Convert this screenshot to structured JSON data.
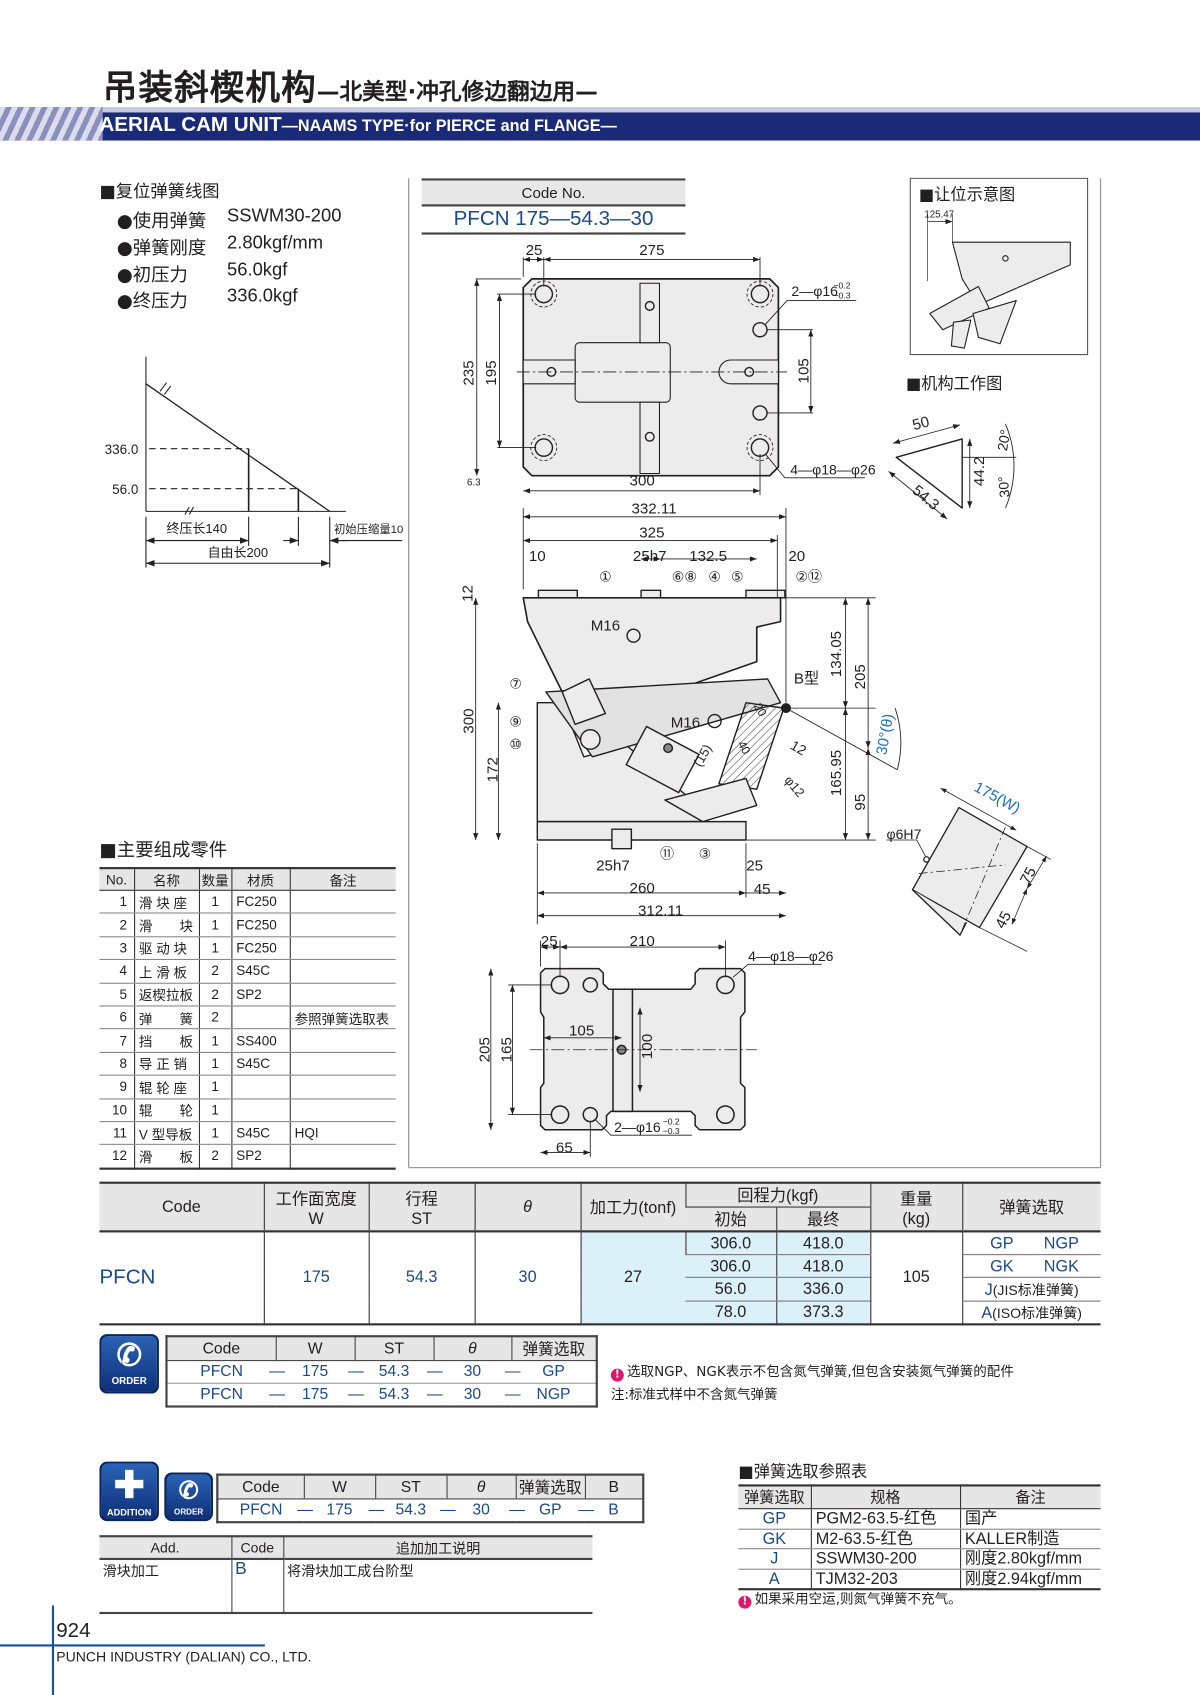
{
  "header": {
    "title_cn": "吊装斜楔机构",
    "subtitle_cn": "—北美型·冲孔修边翻边用—",
    "title_en": "AERIAL CAM UNIT",
    "subtitle_en": "—NAAMS TYPE·for PIERCE and FLANGE—"
  },
  "spring_chart": {
    "heading": "■复位弹簧线图",
    "items": [
      {
        "label": "●使用弹簧",
        "value": "SSWM30-200"
      },
      {
        "label": "●弹簧刚度",
        "value": "2.80kgf/mm"
      },
      {
        "label": "●初压力",
        "value": "56.0kgf"
      },
      {
        "label": "●终压力",
        "value": "336.0kgf"
      }
    ],
    "y_ticks": [
      "336.0",
      "56.0"
    ],
    "dim_final_length": "终压长140",
    "dim_free_length": "自由长200",
    "dim_initial_compression": "初始压缩量10"
  },
  "code_no": {
    "label": "Code No.",
    "value": "PFCN 175—54.3—30"
  },
  "top_view": {
    "d25": "25",
    "d275": "275",
    "d235": "235",
    "d195": "195",
    "d105": "105",
    "d300": "300",
    "hole2": "2—φ16",
    "tol_up": "−0.2",
    "tol_dn": "−0.3",
    "hole4": "4—φ18—φ26",
    "rough": "6.3"
  },
  "side_view": {
    "d332": "332.11",
    "d325": "325",
    "d10": "10",
    "d25h7": "25h7",
    "d132": "132.5",
    "d20": "20",
    "d12": "12",
    "m16a": "M16",
    "m16b": "M16",
    "btype": "B型",
    "d134": "134.05",
    "d205": "205",
    "angle": "30°(θ)",
    "d165": "165.95",
    "d95": "95",
    "d300": "300",
    "d172": "172",
    "d12b": "12",
    "phi12": "φ12",
    "d15": "(15)",
    "d40": "40",
    "d20b": "20",
    "d25h7b": "25h7",
    "d25": "25",
    "d260": "260",
    "d45": "45",
    "d312": "312.11",
    "callouts": [
      "①",
      "⑥⑧",
      "④",
      "⑤",
      "②⑫",
      "⑦",
      "⑨",
      "⑩",
      "⑪",
      "③"
    ]
  },
  "bottom_view": {
    "d25": "25",
    "d210": "210",
    "hole4": "4—φ18—φ26",
    "d205": "205",
    "d165": "165",
    "d105": "105",
    "d100": "100",
    "hole2": "2—φ16",
    "tol_up": "−0.2",
    "tol_dn": "−0.3",
    "d65": "65"
  },
  "clearance": {
    "heading": "■让位示意图",
    "dim": "125.47"
  },
  "mechanism": {
    "heading": "■机构工作图",
    "d50": "50",
    "d543": "54.3",
    "d442": "44.2",
    "a20": "20°",
    "a30": "30°"
  },
  "slider_face": {
    "w": "175(W)",
    "d75": "75",
    "d45": "45",
    "pin": "φ6H7"
  },
  "parts": {
    "heading": "■主要组成零件",
    "columns": [
      "No.",
      "名称",
      "数量",
      "材质",
      "备注"
    ],
    "rows": [
      [
        "1",
        "滑 块 座",
        "1",
        "FC250",
        ""
      ],
      [
        "2",
        "滑　　块",
        "1",
        "FC250",
        ""
      ],
      [
        "3",
        "驱 动 块",
        "1",
        "FC250",
        ""
      ],
      [
        "4",
        "上 滑 板",
        "2",
        "S45C",
        ""
      ],
      [
        "5",
        "返楔拉板",
        "2",
        "SP2",
        ""
      ],
      [
        "6",
        "弹　　簧",
        "2",
        "",
        "参照弹簧选取表"
      ],
      [
        "7",
        "挡　　板",
        "1",
        "SS400",
        ""
      ],
      [
        "8",
        "导 正 销",
        "1",
        "S45C",
        ""
      ],
      [
        "9",
        "辊 轮 座",
        "1",
        "",
        ""
      ],
      [
        "10",
        "辊　　轮",
        "1",
        "",
        ""
      ],
      [
        "11",
        "V 型导板",
        "1",
        "S45C",
        "HQI"
      ],
      [
        "12",
        "滑　　板",
        "2",
        "SP2",
        ""
      ]
    ]
  },
  "spec_table": {
    "h_code": "Code",
    "h_w1": "工作面宽度",
    "h_w2": "W",
    "h_st1": "行程",
    "h_st2": "ST",
    "h_theta": "θ",
    "h_force": "加工力(tonf)",
    "h_return": "回程力(kgf)",
    "h_init": "初始",
    "h_final": "最终",
    "h_weight1": "重量",
    "h_weight2": "(kg)",
    "h_spring": "弹簧选取",
    "code": "PFCN",
    "w": "175",
    "st": "54.3",
    "theta": "30",
    "force": "27",
    "weight": "105",
    "return_rows": [
      [
        "306.0",
        "418.0"
      ],
      [
        "306.0",
        "418.0"
      ],
      [
        "56.0",
        "336.0"
      ],
      [
        "78.0",
        "373.3"
      ]
    ],
    "spring_rows": [
      [
        "GP",
        "NGP"
      ],
      [
        "GK",
        "NGK"
      ],
      [
        "J",
        "(JIS标准弹簧)"
      ],
      [
        "A",
        "(ISO标准弹簧)"
      ]
    ]
  },
  "order": {
    "icon_label": "ORDER",
    "columns": [
      "Code",
      "W",
      "ST",
      "θ",
      "弹簧选取"
    ],
    "rows": [
      [
        "PFCN",
        "175",
        "54.3",
        "30",
        "GP"
      ],
      [
        "PFCN",
        "175",
        "54.3",
        "30",
        "NGP"
      ]
    ],
    "dash": "—",
    "note1": "选取NGP、NGK表示不包含氮气弹簧,但包含安装氮气弹簧的配件",
    "note2": "注:标准式样中不含氮气弹簧"
  },
  "addition": {
    "icon_add": "ADDITION",
    "icon_order": "ORDER",
    "columns": [
      "Code",
      "W",
      "ST",
      "θ",
      "弹簧选取",
      "B"
    ],
    "row": [
      "PFCN",
      "175",
      "54.3",
      "30",
      "GP",
      "B"
    ],
    "table_cols": [
      "Add.",
      "Code",
      "追加加工说明"
    ],
    "table_row": [
      "滑块加工",
      "B",
      "将滑块加工成台阶型"
    ]
  },
  "spring_ref": {
    "heading": "■弹簧选取参照表",
    "columns": [
      "弹簧选取",
      "规格",
      "备注"
    ],
    "rows": [
      [
        "GP",
        "PGM2-63.5-红色",
        "国产"
      ],
      [
        "GK",
        "M2-63.5-红色",
        "KALLER制造"
      ],
      [
        "J",
        "SSWM30-200",
        "刚度2.80kgf/mm"
      ],
      [
        "A",
        "TJM32-203",
        "刚度2.94kgf/mm"
      ]
    ],
    "note": "如果采用空运,则氮气弹簧不充气。"
  },
  "footer": {
    "page": "924",
    "company": "PUNCH INDUSTRY (DALIAN) CO., LTD."
  },
  "colors": {
    "brand_navy": "#1b2a78",
    "text_blue": "#1a4a8c",
    "highlight": "#dcf0fa",
    "warning": "#e0156e"
  }
}
